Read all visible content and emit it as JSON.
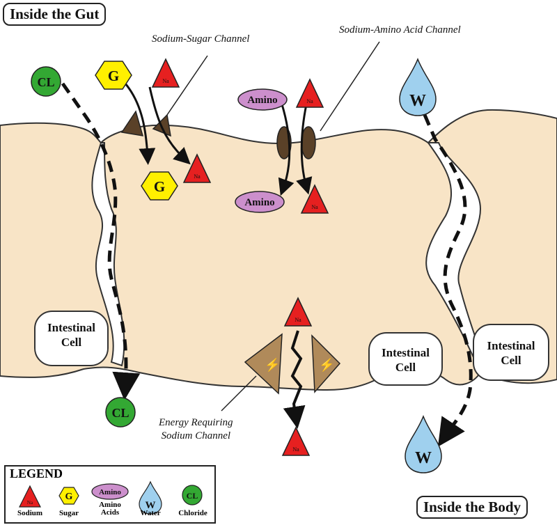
{
  "regions": {
    "top": "Inside the Gut",
    "bottom": "Inside the Body"
  },
  "channels": {
    "sugar": "Sodium-Sugar Channel",
    "amino": "Sodium-Amino Acid Channel",
    "energy_line1": "Energy Requiring",
    "energy_line2": "Sodium Channel"
  },
  "cells": {
    "left_line1": "Intestinal",
    "left_line2": "Cell",
    "middle_line1": "Intestinal",
    "middle_line2": "Cell",
    "right_line1": "Intestinal",
    "right_line2": "Cell"
  },
  "molecules": {
    "sodium": "Na",
    "sugar": "G",
    "amino": "Amino",
    "water": "W",
    "chloride": "CL"
  },
  "legend": {
    "title": "LEGEND",
    "sodium": "Sodium",
    "sugar": "Sugar",
    "amino_line1": "Amino",
    "amino_line2": "Acids",
    "water": "Water",
    "chloride": "Chloride"
  },
  "colors": {
    "cell_fill": "#f8e4c6",
    "sodium": "#e62020",
    "sugar": "#fff000",
    "amino": "#cc8fcc",
    "water": "#9fd0ee",
    "chloride": "#33a833",
    "channel": "#5a4128",
    "energy_channel": "#b08a5a"
  }
}
